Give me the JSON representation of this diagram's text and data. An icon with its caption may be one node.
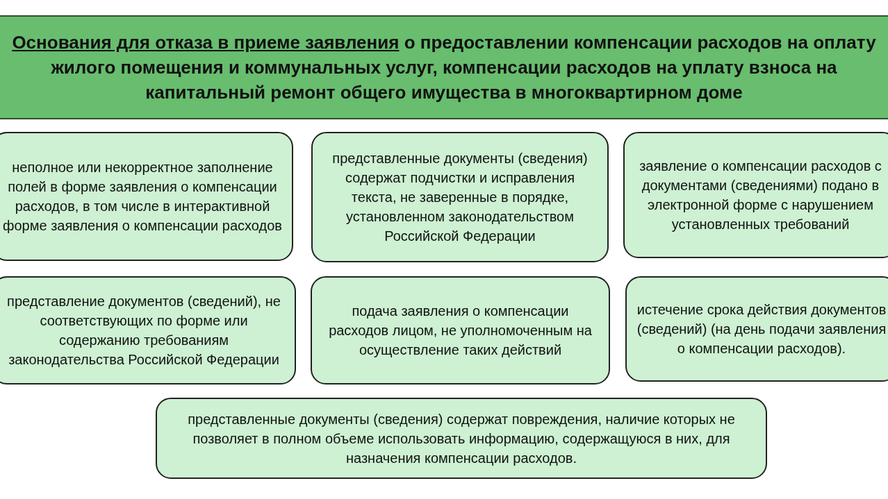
{
  "diagram": {
    "nodes": [
      {
        "text": [
          "Основания для отказа в приеме заявления",
          "о предоставлении компенсации расходов на оплату жилого помещения и коммунальных услуг, компенсации расходов на уплату взноса на капитальный ремонт общего имущества в многоквартирном доме"
        ]
      },
      {
        "text": [
          "неполное или некорректное заполнение полей в форме заявления о компенсации расходов, в том числе в интерактивной форме заявления о компенсации расходов"
        ]
      },
      {
        "text": [
          "представленные документы (сведения) содержат подчистки и исправления текста, не заверенные в порядке, установленном законодательством Российской Федерации"
        ]
      },
      {
        "text": [
          "заявление о компенсации расходов с документами (сведениями) подано в электронной форме с нарушением установленных требований"
        ]
      },
      {
        "text": [
          "представление документов (сведений), не соответствующих по форме или содержанию требованиям законодательства Российской Федерации"
        ]
      },
      {
        "text": [
          "подача заявления о компенсации расходов лицом, не уполномоченным на осуществление таких действий"
        ]
      },
      {
        "text": [
          "истечение срока действия документов (сведений) (на день подачи заявления о компенсации расходов)."
        ]
      },
      {
        "text": [
          "представленные документы (сведения) содержат повреждения, наличие которых не позволяет в полном объеме использовать информацию, содержащуюся в них, для назначения компенсации расходов."
        ]
      }
    ]
  }
}
